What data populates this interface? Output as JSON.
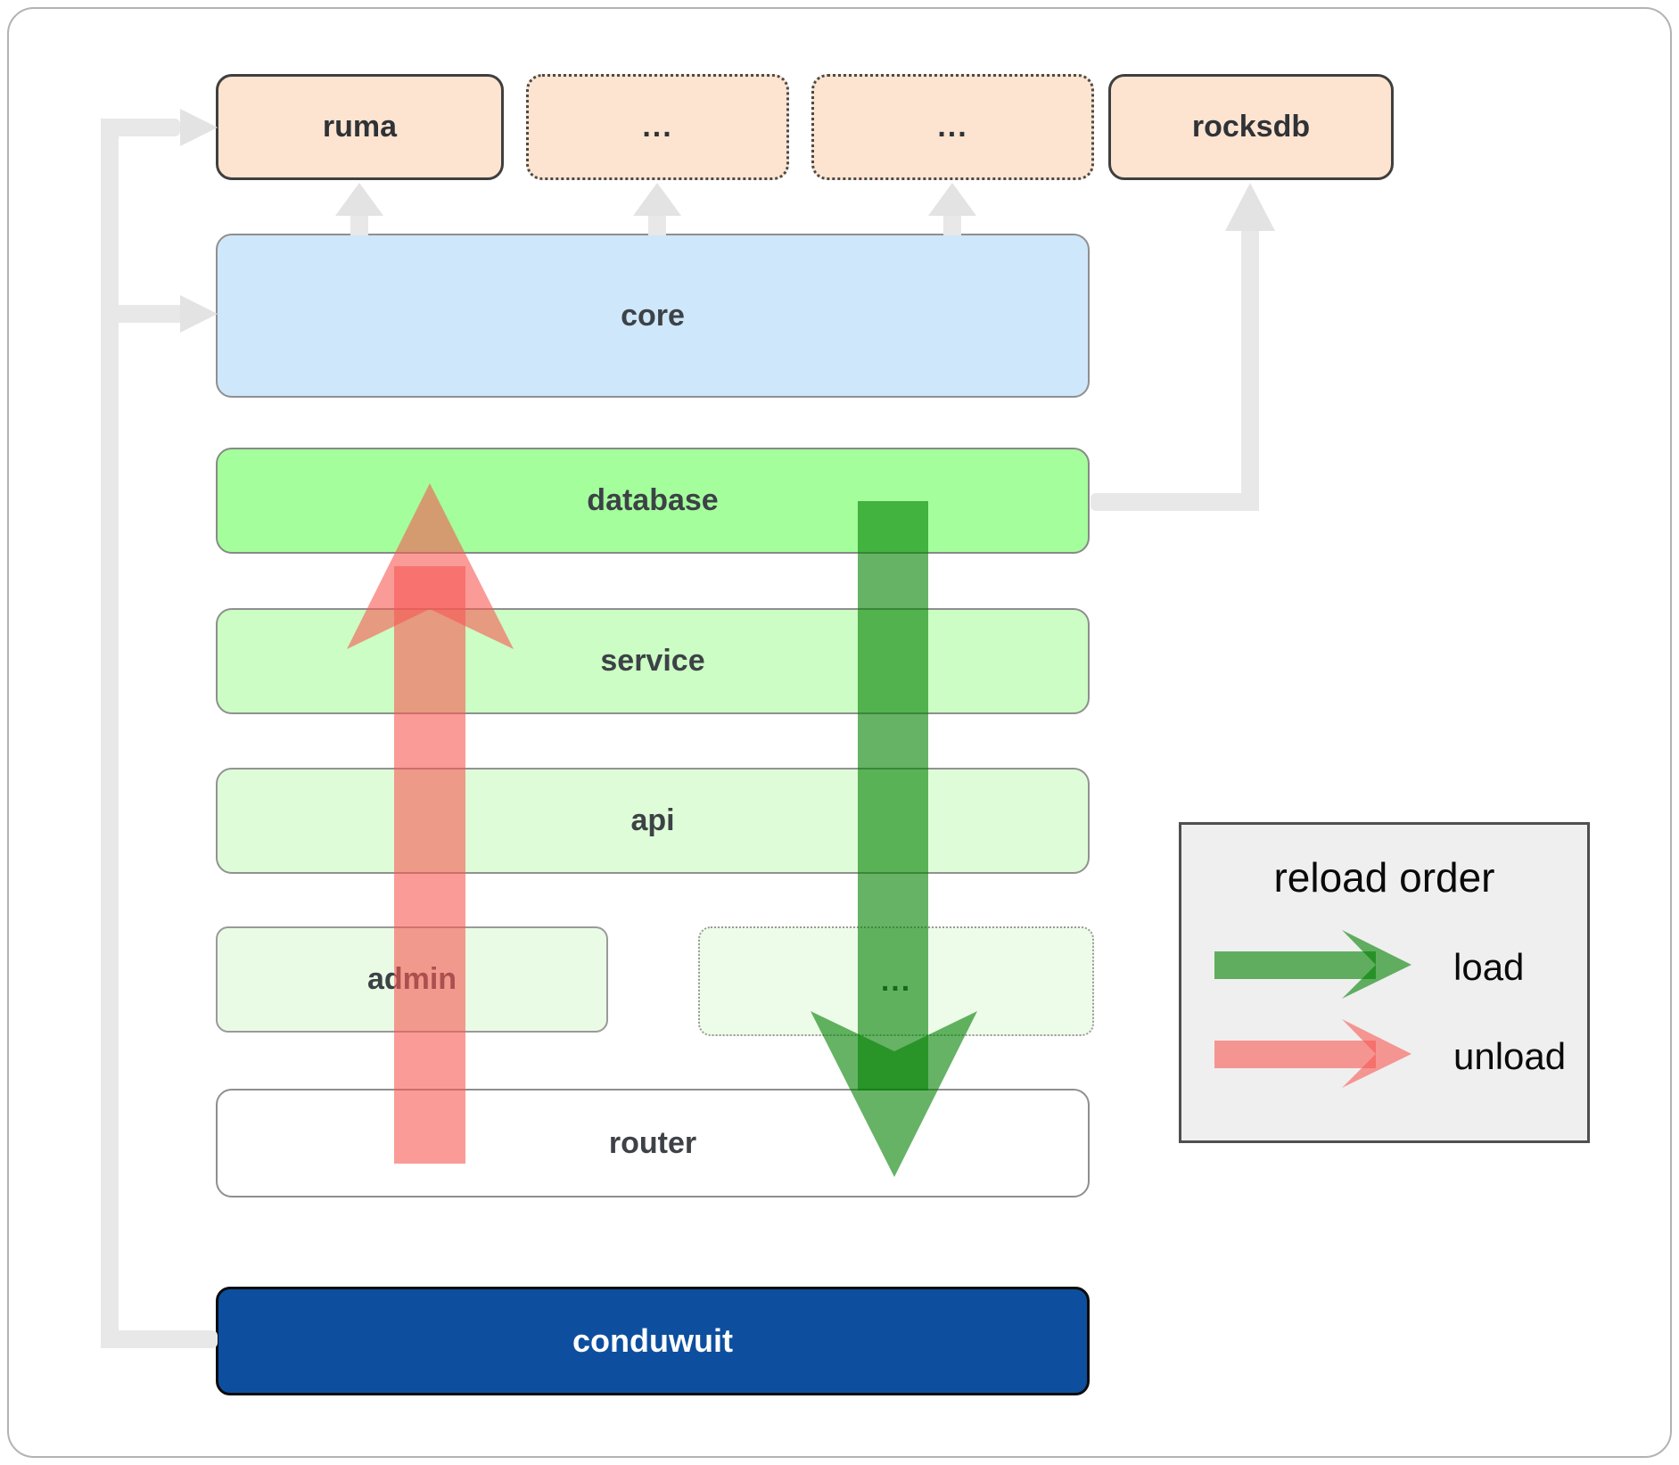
{
  "boxes": {
    "ruma": "ruma",
    "more_top_1": "...",
    "more_top_2": "...",
    "rocksdb": "rocksdb",
    "core": "core",
    "database": "database",
    "service": "service",
    "api": "api",
    "admin": "admin",
    "more_admin": "...",
    "router": "router",
    "conduwuit": "conduwuit"
  },
  "legend": {
    "title": "reload order",
    "load_label": "load",
    "unload_label": "unload"
  },
  "colors": {
    "load_arrow": "rgba(0,128,0,0.6)",
    "unload_arrow": "rgba(247,88,83,0.6)",
    "connector_gray": "#e8e8e8",
    "connector_arrowhead_gray": "#e3e3e3",
    "core_fill": "#cfe7fa",
    "database_fill": "#a4fe9b",
    "service_fill": "#ccfdc4",
    "api_fill": "#dffcd8",
    "admin_fill": "#eafbe5",
    "peach_fill": "#fce4d0",
    "router_fill": "#ffffff",
    "conduwuit_fill": "#0d4f9e",
    "legend_bg": "#efefef"
  }
}
